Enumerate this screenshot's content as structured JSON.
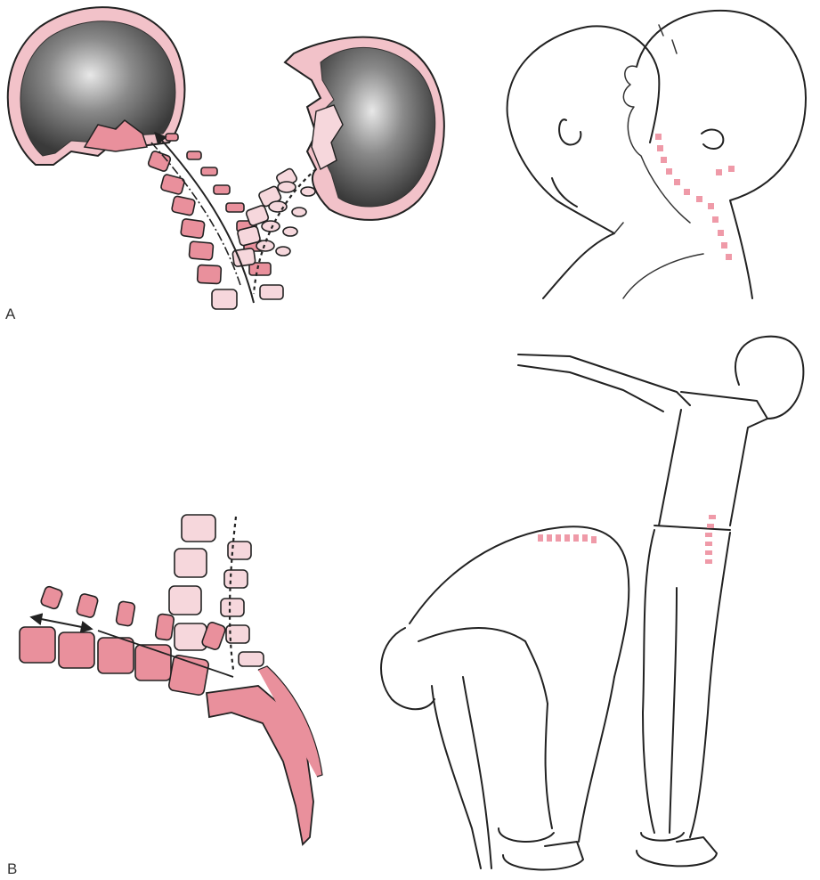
{
  "figure": {
    "panels": [
      {
        "id": "A",
        "label": "A"
      },
      {
        "id": "B",
        "label": "B"
      }
    ],
    "colors": {
      "bone_dark": "#e9909c",
      "bone_light": "#f6d7dc",
      "skull_rim": "#f2c2c9",
      "skull_fill": "#5b5b5b",
      "pain_marks": "#ef9aa8",
      "ink": "#222222"
    },
    "icons": [
      "cervical-spine-icon",
      "lumbar-spine-icon",
      "head-flexion-icon",
      "standing-figure-icon",
      "bending-figure-icon"
    ]
  }
}
